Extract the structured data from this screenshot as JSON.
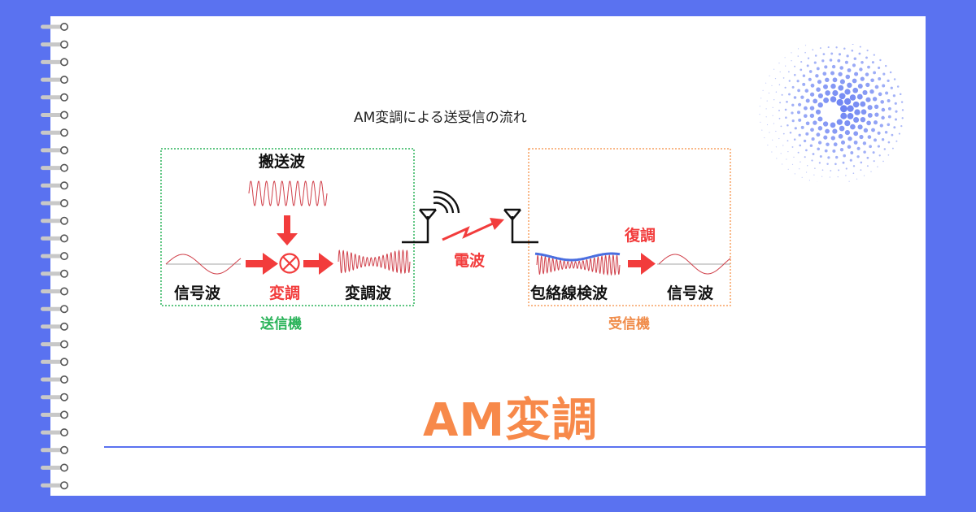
{
  "diagram_title": "AM変調による送受信の流れ",
  "transmitter": {
    "carrier_label": "搬送波",
    "signal_label": "信号波",
    "modulation_label": "変調",
    "modulated_label": "変調波",
    "box_label": "送信機"
  },
  "radio_wave_label": "電波",
  "receiver": {
    "demod_label": "復調",
    "envelope_label": "包絡線検波",
    "signal_label": "信号波",
    "box_label": "受信機"
  },
  "main_title": "AM変調",
  "colors": {
    "background": "#5a72f0",
    "accent_orange": "#f7894a",
    "red": "#f23c3c",
    "green": "#2bb35a",
    "envelope_blue": "#4a6ee0"
  }
}
